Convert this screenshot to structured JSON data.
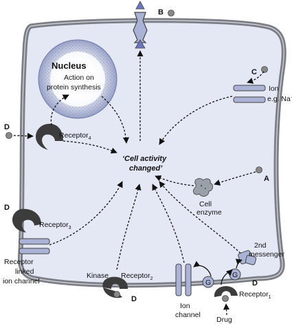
{
  "letters": {
    "a": "A",
    "b": "B",
    "c": "C",
    "d": "D"
  },
  "nucleus": {
    "title": "Nucleus",
    "line1": "Action on",
    "line2": "protein synthesis"
  },
  "centre": {
    "line1": "‘Cell activity",
    "line2": "changed’"
  },
  "receptor4": {
    "base": "Receptor",
    "sub": "4"
  },
  "receptor3": {
    "base": "Receptor",
    "sub": "3"
  },
  "receptor2": {
    "base": "Receptor",
    "sub": "2"
  },
  "receptor1": {
    "base": "Receptor",
    "sub": "1"
  },
  "ion": {
    "line1": "Ion",
    "line2": "e.g. Na⁺"
  },
  "enzyme": {
    "line1": "Cell",
    "line2": "enzyme"
  },
  "messenger": {
    "line1": "2nd",
    "line2": "messenger"
  },
  "receptor_linked": {
    "line1": "Receptor",
    "line2": "linked",
    "line3": "ion channel"
  },
  "kinase": "Kinase",
  "ion_channel": {
    "line1": "Ion",
    "line2": "channel"
  },
  "drug": "Drug",
  "g_protein": "G",
  "colors": {
    "cell_fill": "#e4e7f4",
    "membrane": "#7c7f88",
    "receptor": "#3c3c3c",
    "nucleus_fill": "#ffffff"
  }
}
